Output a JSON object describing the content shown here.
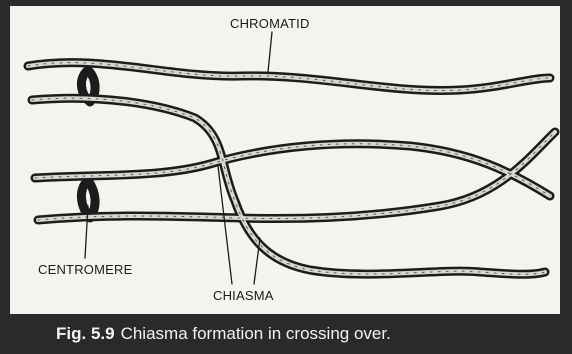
{
  "labels": {
    "chromatid": "CHROMATID",
    "centromere": "CENTROMERE",
    "chiasma": "CHIASMA"
  },
  "caption": {
    "number": "Fig. 5.9",
    "text": "Chiasma formation in crossing over."
  },
  "colors": {
    "strand_outline": "#1c1c1c",
    "strand_fill": "#d9d7d1",
    "panel_background": "#f4f3ef",
    "caption_background": "#2a2a2a",
    "caption_text": "#f2f2f2"
  }
}
